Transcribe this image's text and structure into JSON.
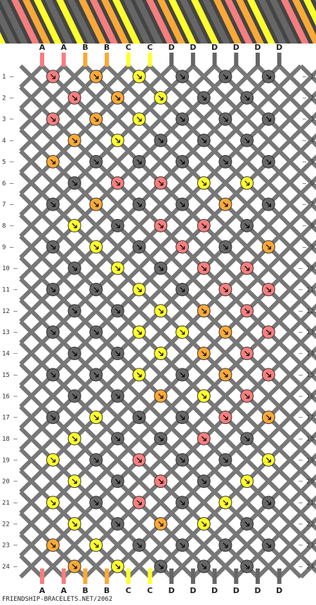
{
  "colors": {
    "A": "#f57e7e",
    "B": "#f9a938",
    "C": "#ffff2e",
    "D": "#666666",
    "stroke": "#333333"
  },
  "start_strings": [
    "A",
    "A",
    "B",
    "B",
    "C",
    "C",
    "D",
    "D",
    "D",
    "D",
    "D",
    "D"
  ],
  "end_strings": [
    "A",
    "A",
    "B",
    "B",
    "C",
    "C",
    "D",
    "D",
    "D",
    "D",
    "D",
    "D"
  ],
  "row_count": 24,
  "row_labels": [
    "1",
    "2",
    "3",
    "4",
    "5",
    "6",
    "7",
    "8",
    "9",
    "10",
    "11",
    "12",
    "13",
    "14",
    "15",
    "16",
    "17",
    "18",
    "19",
    "20",
    "21",
    "22",
    "23",
    "24"
  ],
  "knot_rows": [
    [
      "A",
      "B",
      "C",
      "D",
      "D",
      "D"
    ],
    [
      "A",
      "B",
      "C",
      "D",
      "D"
    ],
    [
      "A",
      "B",
      "C",
      "D",
      "D",
      "D"
    ],
    [
      "B",
      "C",
      "D",
      "D",
      "D"
    ],
    [
      "B",
      "D",
      "D",
      "D",
      "D",
      "D"
    ],
    [
      "D",
      "A",
      "A",
      "C",
      "C"
    ],
    [
      "D",
      "B",
      "D",
      "D",
      "B",
      "D"
    ],
    [
      "C",
      "D",
      "A",
      "A",
      "D"
    ],
    [
      "D",
      "C",
      "D",
      "A",
      "D",
      "B"
    ],
    [
      "D",
      "C",
      "D",
      "A",
      "A"
    ],
    [
      "D",
      "D",
      "C",
      "D",
      "A",
      "A"
    ],
    [
      "D",
      "D",
      "C",
      "B",
      "A"
    ],
    [
      "D",
      "D",
      "C",
      "C",
      "B",
      "A"
    ],
    [
      "D",
      "D",
      "C",
      "B",
      "A"
    ],
    [
      "D",
      "D",
      "C",
      "D",
      "B",
      "A"
    ],
    [
      "D",
      "D",
      "B",
      "C",
      "A"
    ],
    [
      "D",
      "C",
      "D",
      "D",
      "A",
      "B"
    ],
    [
      "C",
      "D",
      "D",
      "A",
      "D"
    ],
    [
      "C",
      "D",
      "A",
      "D",
      "D",
      "C"
    ],
    [
      "C",
      "D",
      "A",
      "D",
      "C"
    ],
    [
      "C",
      "D",
      "A",
      "D",
      "C",
      "D"
    ],
    [
      "C",
      "D",
      "B",
      "C",
      "D"
    ],
    [
      "B",
      "C",
      "D",
      "D",
      "D",
      "D"
    ],
    [
      "B",
      "C",
      "D",
      "D",
      "D"
    ]
  ],
  "footer": "FRIENDSHIP-BRACELETS.NET/2062"
}
